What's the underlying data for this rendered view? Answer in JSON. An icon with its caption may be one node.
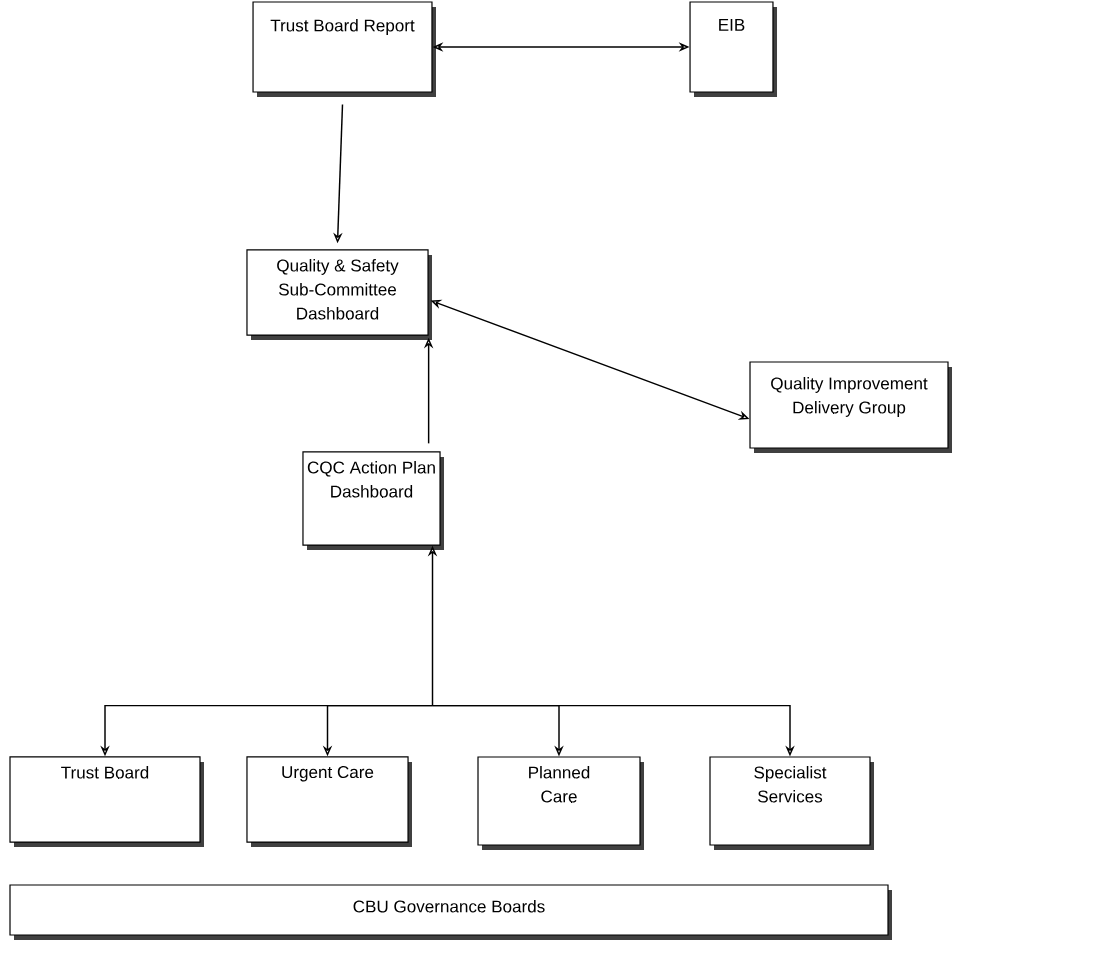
{
  "diagram": {
    "nodes": [
      {
        "text": [
          "Trust Board Report"
        ]
      },
      {
        "text": [
          "EIB"
        ]
      },
      {
        "text": [
          "Quality & Safety Sub-Committee Dashboard"
        ]
      },
      {
        "text": [
          "Quality Improvement Delivery Group"
        ]
      },
      {
        "text": [
          "CQC Action Plan Dashboard"
        ]
      },
      {
        "text": [
          "Trust Board"
        ]
      },
      {
        "text": [
          "Urgent Care"
        ]
      },
      {
        "text": [
          "Planned Care"
        ]
      },
      {
        "text": [
          "Specialist Services"
        ]
      },
      {
        "text": [
          "CBU Governance Boards"
        ]
      }
    ],
    "edges": [
      {
        "from": 0,
        "to": 1,
        "arrow": "both"
      },
      {
        "from": 0,
        "to": 2,
        "arrow": "to"
      },
      {
        "from": 2,
        "to": 3,
        "arrow": "both"
      },
      {
        "from": 4,
        "to": 2,
        "arrow": "to"
      },
      {
        "from": 4,
        "to": 5,
        "arrow": "both"
      },
      {
        "from": 4,
        "to": 6,
        "arrow": "both"
      },
      {
        "from": 4,
        "to": 7,
        "arrow": "both"
      },
      {
        "from": 4,
        "to": 8,
        "arrow": "both"
      }
    ]
  }
}
